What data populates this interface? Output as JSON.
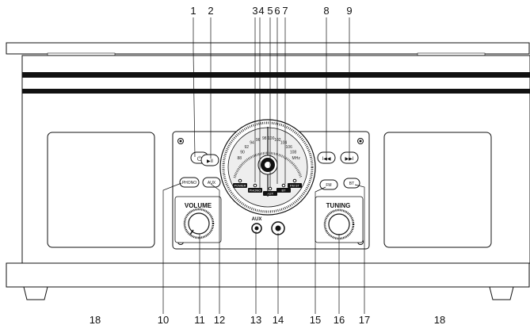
{
  "callouts_top": [
    "1",
    "2",
    "3",
    "4",
    "5",
    "6",
    "7",
    "8",
    "9"
  ],
  "callouts_bottom": [
    "18",
    "10",
    "11",
    "12",
    "13",
    "14",
    "15",
    "16",
    "17",
    "18"
  ],
  "buttons": {
    "phono": "PHONO",
    "aux": "AUX",
    "fm": "FM",
    "bt": "BT",
    "power_symbol": "⏻",
    "play_pause_symbol": "▶II",
    "prev_symbol": "I◀◀",
    "next_symbol": "▶▶I"
  },
  "knobs": {
    "volume": "VOLUME",
    "tuning": "TUNING"
  },
  "jack_label": "AUX",
  "dial": {
    "scale": [
      "88",
      "90",
      "92",
      "94",
      "96",
      "98",
      "100",
      "102",
      "104",
      "106",
      "108",
      "MHz"
    ],
    "indicators": [
      "POWER",
      "PHONO",
      "AUX",
      "BT",
      "FM ST"
    ]
  }
}
